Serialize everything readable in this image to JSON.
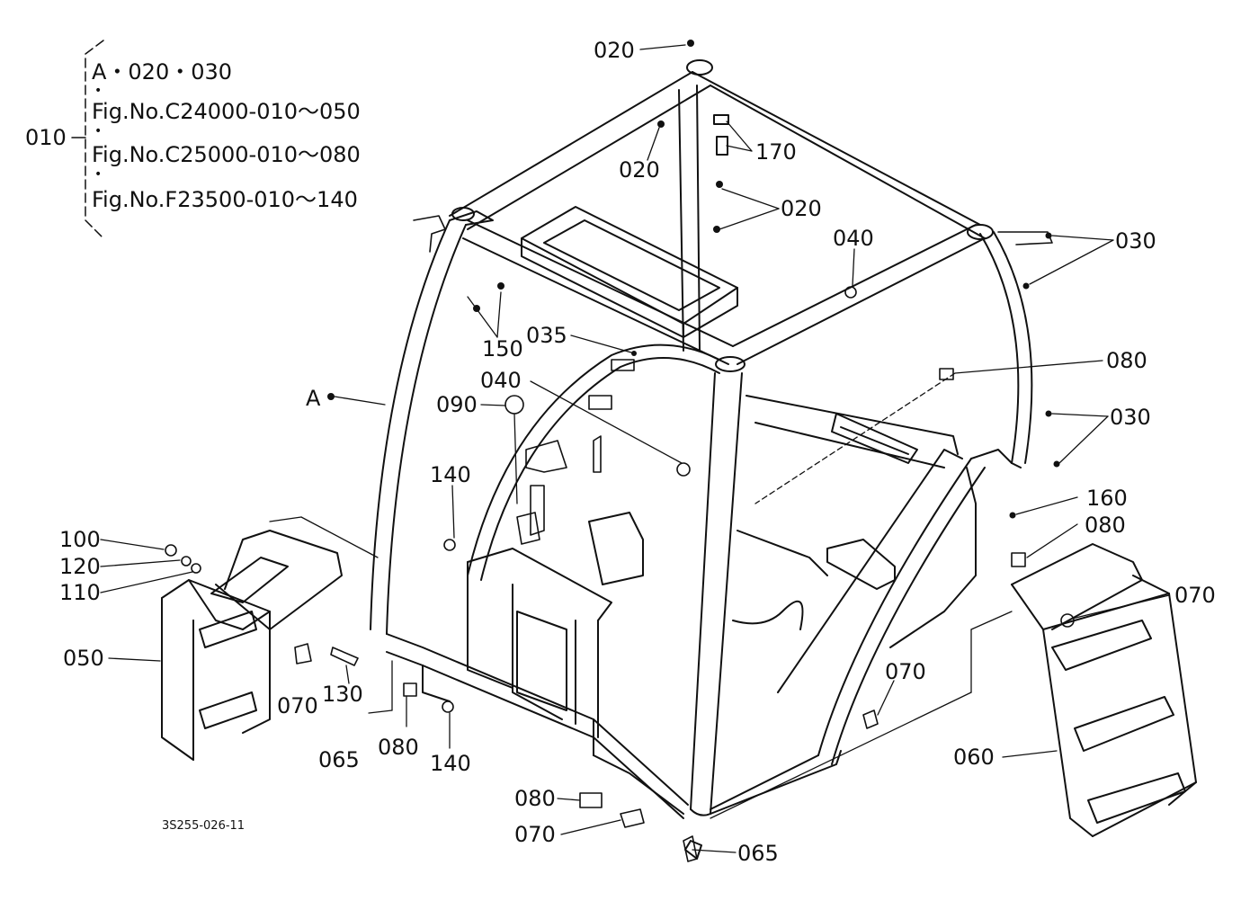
{
  "legend": {
    "main_ref": "010",
    "lines": [
      "A・020・030",
      "Fig.No.C24000-010～050",
      "Fig.No.C25000-010～080",
      "Fig.No.F23500-010～140"
    ]
  },
  "figure_code": "3S255-026-11",
  "callouts": {
    "c020_top": "020",
    "c020_mid": "020",
    "c020_right": "020",
    "c170": "170",
    "c030_top": "030",
    "c030_mid": "030",
    "c040_top": "040",
    "c040_mid": "040",
    "c150": "150",
    "c035": "035",
    "c080_right": "080",
    "c080_step": "080",
    "c080_low": "080",
    "c080_bottom": "080",
    "cA": "A",
    "c090": "090",
    "c140_up": "140",
    "c140_low": "140",
    "c160": "160",
    "c070_right": "070",
    "c070_mid": "070",
    "c070_left": "070",
    "c070_bottom": "070",
    "c100": "100",
    "c120": "120",
    "c110": "110",
    "c050": "050",
    "c130": "130",
    "c065_left": "065",
    "c065_bottom": "065",
    "c060": "060"
  }
}
